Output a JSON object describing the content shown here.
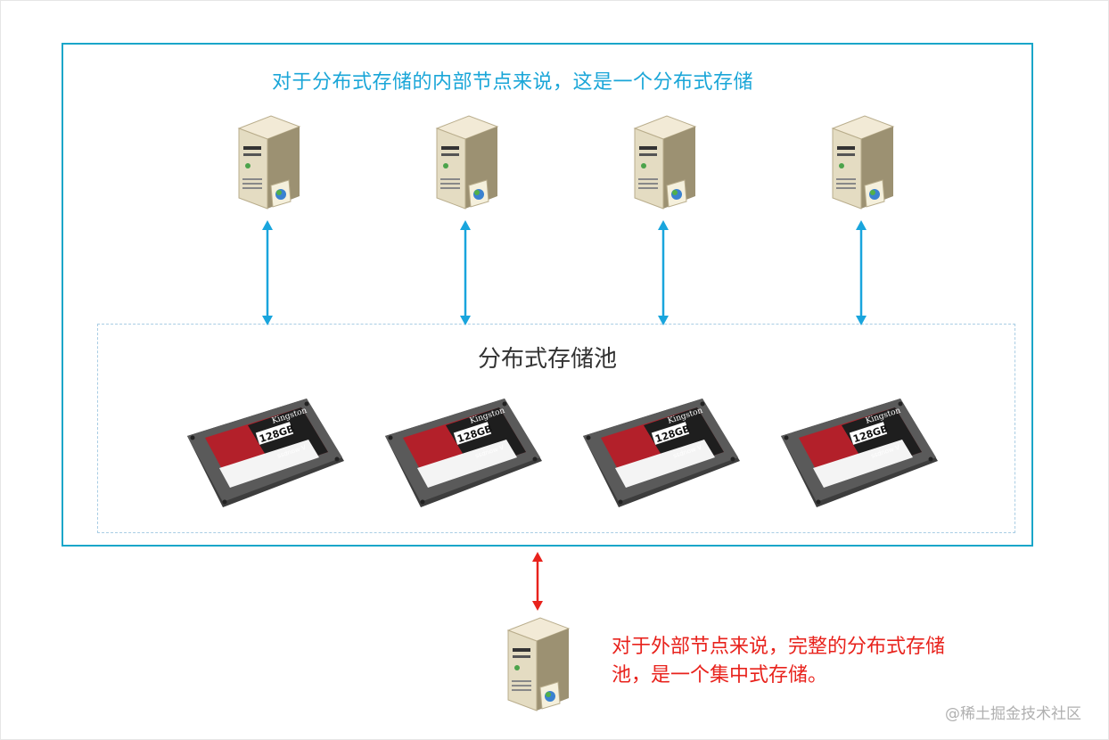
{
  "caption_top": "对于分布式存储的内部节点来说，这是一个分布式存储",
  "pool_title": "分布式存储池",
  "caption_bottom_line1": "对于外部节点来说，完整的分布式存储",
  "caption_bottom_line2": "池，是一个集中式存储。",
  "watermark": "@稀土掘金技术社区",
  "ssd_labels": {
    "brand": "Kingston",
    "capacity": "128GB",
    "model": "ssdnow V"
  },
  "colors": {
    "box_border": "#1aa6c9",
    "pool_border": "#a9cde4",
    "internal_arrow": "#19a5dd",
    "external_arrow": "#e8221c"
  }
}
